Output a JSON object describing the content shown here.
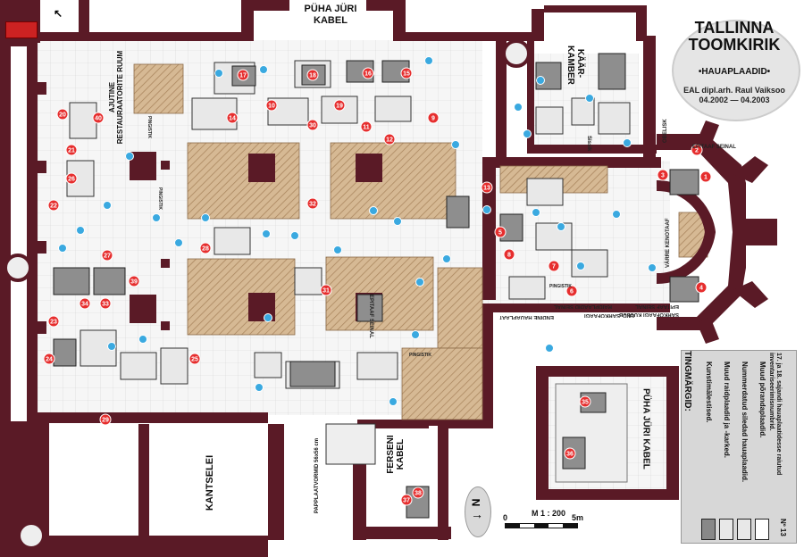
{
  "title": {
    "line1": "TALLINNA",
    "line2": "TOOMKIRIK",
    "line3": "•HAUAPLAADID•",
    "author": "EAL dipl.arh. Raul Vaiksoo",
    "dates": "04.2002 — 04.2003"
  },
  "rooms": {
    "pyha_jyri_top_line1": "PÜHA JÜRI",
    "pyha_jyri_top_line2": "KABEL",
    "kaarkamber_line1": "KÄÄR-",
    "kaarkamber_line2": "KAMBER",
    "kantselei": "KANTSELEI",
    "ferseni_line1": "FERSENI",
    "ferseni_line2": "KABEL",
    "pyha_jyri_bottom": "PÜHA JÜRI KABEL",
    "restaureerimis_line1": "AJUTINE",
    "restaureerimis_line2": "RESTAURAATORITE RUUM",
    "papplaatvormid": "PAPPLAATVORMID 56x56 cm"
  },
  "annotations": {
    "epitaaf_seinal_1": "EPITAAF SEINAL",
    "epitaaf_seinal_2": "EPITAAF SEINAL",
    "epitaaf_seinal_3": "EPITAAF SEINAL",
    "endine_hauaplaat": "ENDINE HAUAPLAAT",
    "raidplaadid_seinal": "RAIDPLAADID SEINAL",
    "sarkofaag": "END. SARKOFAAGI",
    "sarkofaagi_kuulub": "SARKOFAAGI KUULUB",
    "varre_kenotaaf": "VÄRRE KENOTAAF",
    "sissik": "Sissik",
    "obelisk": "OBELISK",
    "pingistik_1": "PINGISTIK",
    "pingistik_2": "PINGISTIK",
    "pingistik_3": "PINGISTIK",
    "pingistik_4": "PINGISTIK"
  },
  "legend": {
    "title": "TINGMÄRGID:",
    "item1": "Kunstimälestised.",
    "item2": "Muud raidplaadid ja -karked.",
    "item3": "Nummerdatud siledad hauaplaadid.",
    "item4": "Muud põrandaplaadid.",
    "item5": "17. ja 18. sajandi hauaplaatidesse raiutud inventariseerimisnumbrid.",
    "sample_no": "Nº 13"
  },
  "scale": {
    "label": "M 1 : 200",
    "zero": "0",
    "five": "5m"
  },
  "north_label": "N",
  "markers": [
    "1",
    "2",
    "3",
    "4",
    "5",
    "6",
    "7",
    "8",
    "9",
    "10",
    "11",
    "12",
    "13",
    "14",
    "15",
    "16",
    "17",
    "18",
    "19",
    "20",
    "21",
    "22",
    "23",
    "24",
    "25",
    "26",
    "27",
    "28",
    "29",
    "30",
    "31",
    "32",
    "33",
    "34",
    "35",
    "36",
    "37",
    "38",
    "39",
    "40"
  ],
  "colors": {
    "wall": "#5a1a26",
    "hatch": "#c9a882",
    "marker_red": "#e62e2e",
    "marker_blue": "#3aa9e0",
    "legend_bg": "#d7d7d7"
  }
}
